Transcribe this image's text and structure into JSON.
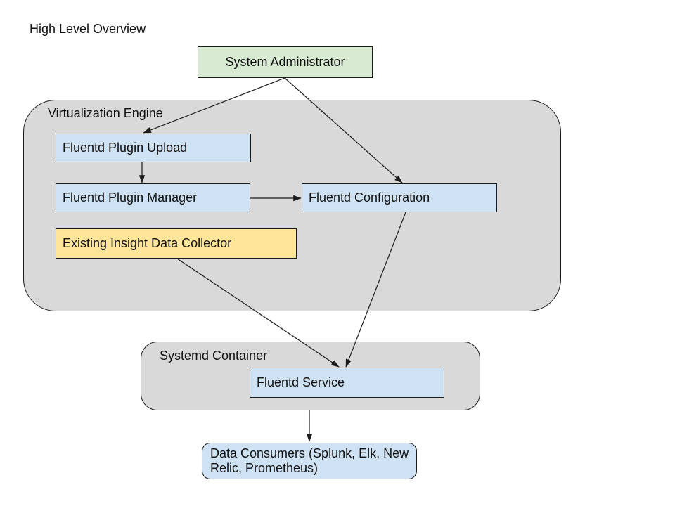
{
  "title": "High Level Overview",
  "containers": {
    "virtualization_engine": {
      "label": "Virtualization Engine"
    },
    "systemd_container": {
      "label": "Systemd Container"
    }
  },
  "nodes": {
    "system_administrator": {
      "label": "System Administrator",
      "color": "#d9ead3"
    },
    "fluentd_plugin_upload": {
      "label": "Fluentd Plugin Upload",
      "color": "#cfe2f3"
    },
    "fluentd_plugin_manager": {
      "label": "Fluentd Plugin Manager",
      "color": "#cfe2f3"
    },
    "fluentd_configuration": {
      "label": "Fluentd Configuration",
      "color": "#cfe2f3"
    },
    "existing_insight_data_collector": {
      "label": "Existing Insight Data Collector",
      "color": "#ffe599"
    },
    "fluentd_service": {
      "label": "Fluentd Service",
      "color": "#cfe2f3"
    },
    "data_consumers": {
      "label": "Data Consumers (Splunk, Elk, New Relic, Prometheus)",
      "color": "#cfe2f3"
    }
  },
  "colors": {
    "container_fill": "#d9d9d9",
    "border": "#1a1a1a",
    "background": "#ffffff",
    "text": "#111111"
  },
  "edges": [
    {
      "from": "System Administrator",
      "to": "Fluentd Plugin Upload"
    },
    {
      "from": "System Administrator",
      "to": "Fluentd Configuration"
    },
    {
      "from": "Fluentd Plugin Upload",
      "to": "Fluentd Plugin Manager"
    },
    {
      "from": "Fluentd Plugin Manager",
      "to": "Fluentd Configuration"
    },
    {
      "from": "Fluentd Configuration",
      "to": "Fluentd Service"
    },
    {
      "from": "Existing Insight Data Collector",
      "to": "Fluentd Service"
    },
    {
      "from": "Fluentd Service",
      "to": "Data Consumers"
    }
  ]
}
